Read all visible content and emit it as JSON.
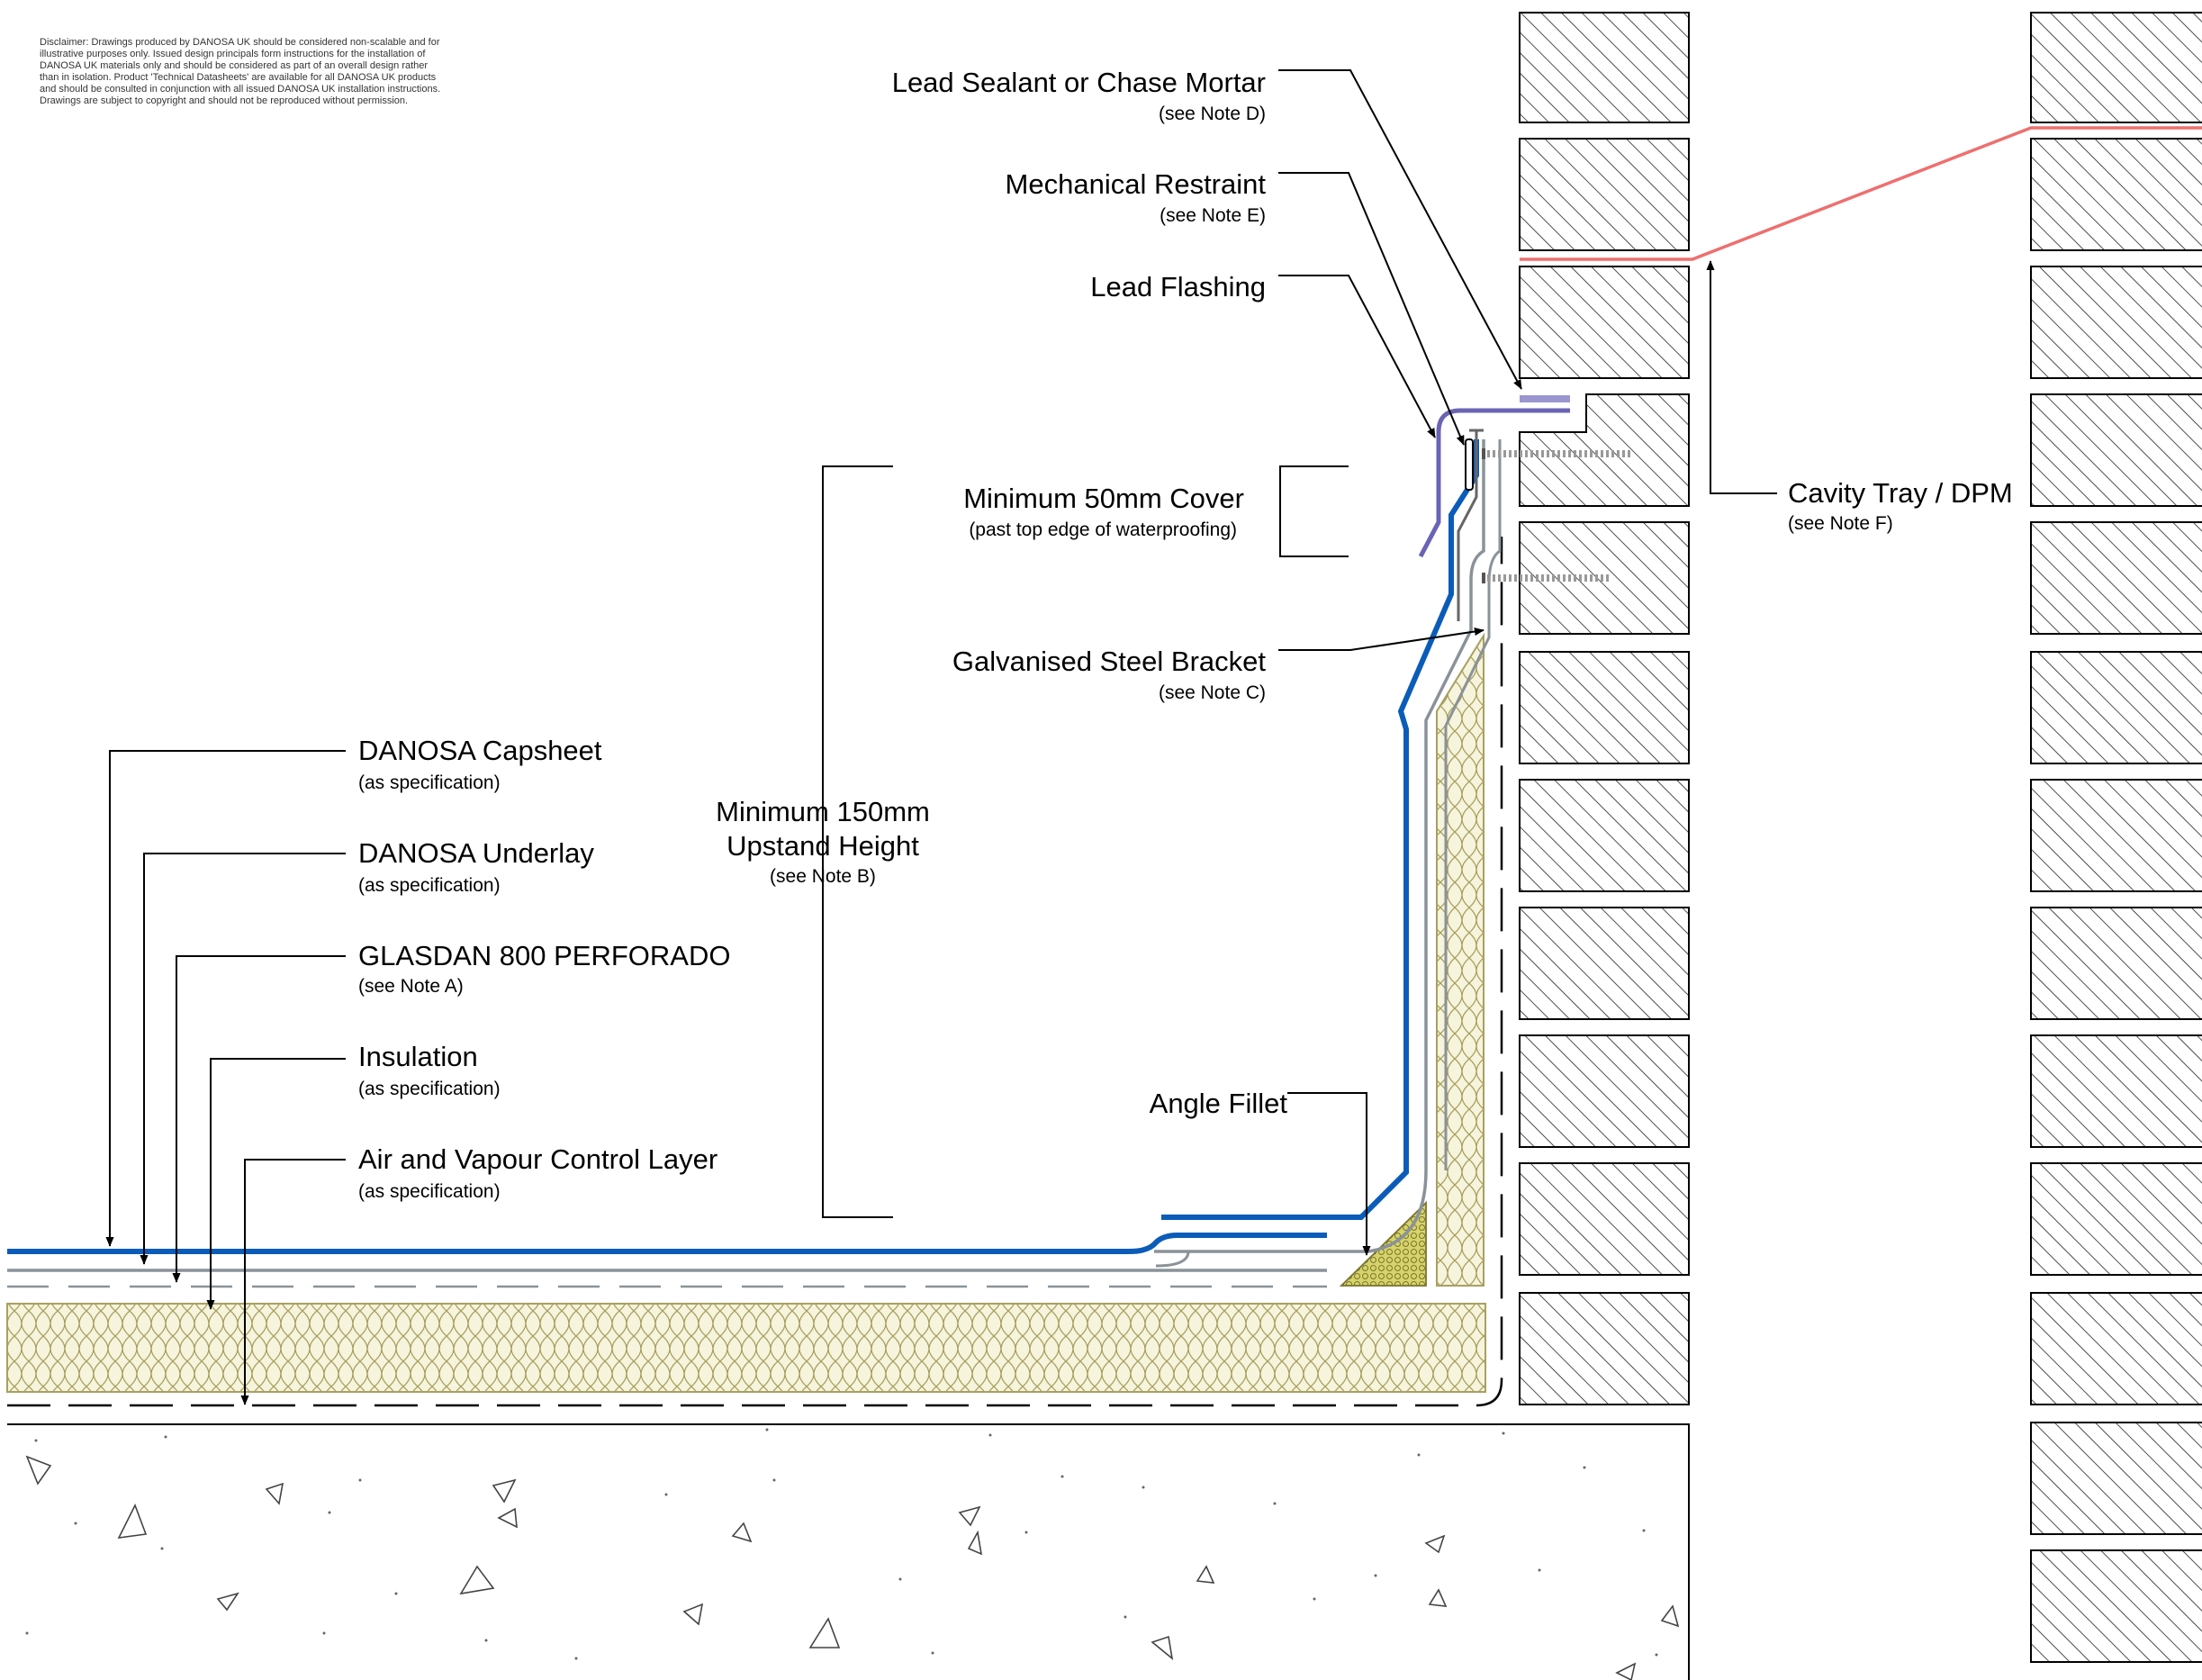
{
  "disclaimer": {
    "lines": [
      "Disclaimer: Drawings produced by DANOSA UK should be considered non-scalable and for",
      "illustrative purposes only. Issued design principals form instructions for the installation of",
      "DANOSA UK materials only and should be considered as part of an overall design rather",
      "than in isolation. Product 'Technical Datasheets' are available for all DANOSA UK products",
      "and should be consulted in conjunction with all issued DANOSA UK installation instructions.",
      "Drawings are subject to copyright and should not be reproduced without permission."
    ]
  },
  "labels": {
    "lead_sealant": {
      "title": "Lead Sealant or Chase Mortar",
      "note": "(see Note D)"
    },
    "mech_restraint": {
      "title": "Mechanical Restraint",
      "note": "(see Note E)"
    },
    "lead_flashing": {
      "title": "Lead Flashing"
    },
    "min_cover": {
      "title": "Minimum 50mm Cover",
      "note": "(past top edge of waterproofing)"
    },
    "steel_bracket": {
      "title": "Galvanised Steel Bracket",
      "note": "(see Note C)"
    },
    "cavity_tray": {
      "title": "Cavity Tray / DPM",
      "note": "(see Note F)"
    },
    "upstand": {
      "line1": "Minimum 150mm",
      "line2": "Upstand Height",
      "note": "(see Note B)"
    },
    "capsheet": {
      "title": "DANOSA Capsheet",
      "note": "(as specification)"
    },
    "underlay": {
      "title": "DANOSA Underlay",
      "note": "(as specification)"
    },
    "glasdan": {
      "title": "GLASDAN 800 PERFORADO",
      "note": "(see Note A)"
    },
    "insulation": {
      "title": "Insulation",
      "note": "(as specification)"
    },
    "avcl": {
      "title": "Air and Vapour Control Layer",
      "note": "(as specification)"
    },
    "angle_fillet": {
      "title": "Angle Fillet"
    }
  },
  "colors": {
    "capsheet": "#0a5cb8",
    "underlay": "#8a9299",
    "lead": "#6a64b4",
    "lead_light": "#9a96d0",
    "cavity_tray": "#ee6f6f",
    "insulation_fill": "#f6f4dc",
    "insulation_line": "#a8a060",
    "fillet": "#d6d36a",
    "ink": "#000000"
  }
}
